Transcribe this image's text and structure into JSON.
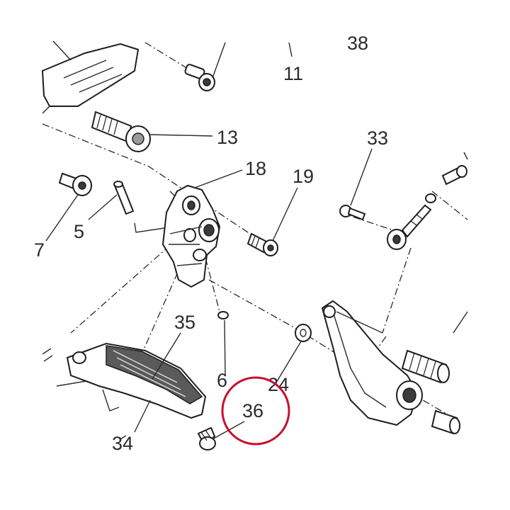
{
  "diagram": {
    "labels": [
      {
        "id": "38",
        "text": "38"
      },
      {
        "id": "11",
        "text": "11"
      },
      {
        "id": "13",
        "text": "13"
      },
      {
        "id": "18",
        "text": "18"
      },
      {
        "id": "19",
        "text": "19"
      },
      {
        "id": "33",
        "text": "33"
      },
      {
        "id": "5",
        "text": "5"
      },
      {
        "id": "7",
        "text": "7"
      },
      {
        "id": "35",
        "text": "35"
      },
      {
        "id": "6",
        "text": "6"
      },
      {
        "id": "24",
        "text": "24"
      },
      {
        "id": "36",
        "text": "36"
      },
      {
        "id": "34",
        "text": "34"
      }
    ],
    "highlight": {
      "label": "36",
      "color": "#c8102e"
    }
  }
}
